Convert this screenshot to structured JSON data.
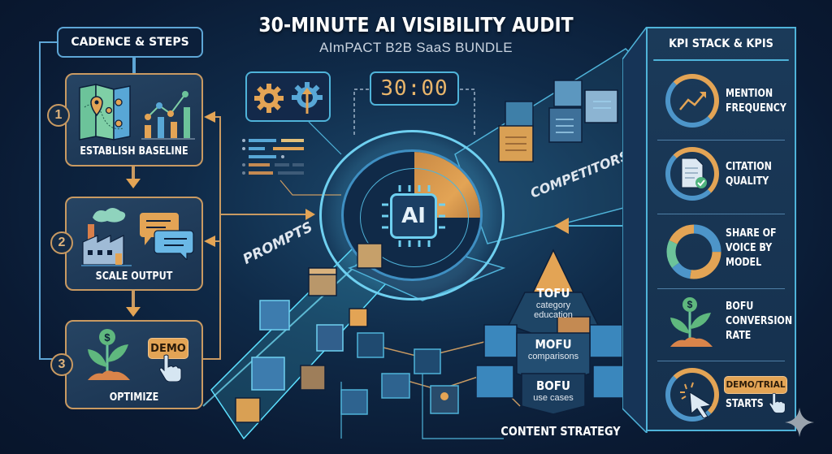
{
  "header": {
    "title": "30-MINUTE AI VISIBILITY AUDIT",
    "subtitle": "AImPACT B2B SaaS BUNDLE"
  },
  "cadence": {
    "title": "CADENCE & STEPS",
    "steps": [
      {
        "number": "1",
        "label": "ESTABLISH BASELINE",
        "icons": [
          "map-icon",
          "bar-chart-icon"
        ]
      },
      {
        "number": "2",
        "label": "SCALE OUTPUT",
        "icons": [
          "factory-icon",
          "chat-bubbles-icon"
        ]
      },
      {
        "number": "3",
        "label": "OPTIMIZE",
        "icons": [
          "money-plant-icon",
          "demo-click-icon"
        ],
        "button_label": "DEMO"
      }
    ]
  },
  "center": {
    "timer": "30:00",
    "core_label": "AI",
    "prompts_label": "PROMPTS",
    "competitors_label": "COMPETITORS",
    "icons": [
      "gear-icon",
      "gear-arrow-icon",
      "code-lines-icon",
      "ai-chip-icon"
    ]
  },
  "content_strategy": {
    "title": "CONTENT STRATEGY",
    "tiers": [
      {
        "name": "TOFU",
        "desc": "category education"
      },
      {
        "name": "MOFU",
        "desc": "comparisons"
      },
      {
        "name": "BOFU",
        "desc": "use cases"
      }
    ]
  },
  "kpi": {
    "title": "KPI STACK & KPIS",
    "items": [
      {
        "label_lines": [
          "MENTION",
          "FREQUENCY"
        ],
        "icon": "trend-up-icon"
      },
      {
        "label_lines": [
          "CITATION",
          "QUALITY"
        ],
        "icon": "document-check-icon"
      },
      {
        "label_lines": [
          "SHARE OF",
          "VOICE BY",
          "MODEL"
        ],
        "icon": "donut-chart-icon"
      },
      {
        "label_lines": [
          "BOFU",
          "CONVERSION",
          "RATE"
        ],
        "icon": "money-plant-icon"
      },
      {
        "label_lines": [
          "STARTS"
        ],
        "button_label": "DEMO/TRIAL",
        "icon": "cursor-click-icon"
      }
    ]
  },
  "colors": {
    "background": "#0a1a33",
    "accent_blue": "#4fb3d9",
    "accent_orange": "#e3a455",
    "step_border": "#c99a62"
  }
}
